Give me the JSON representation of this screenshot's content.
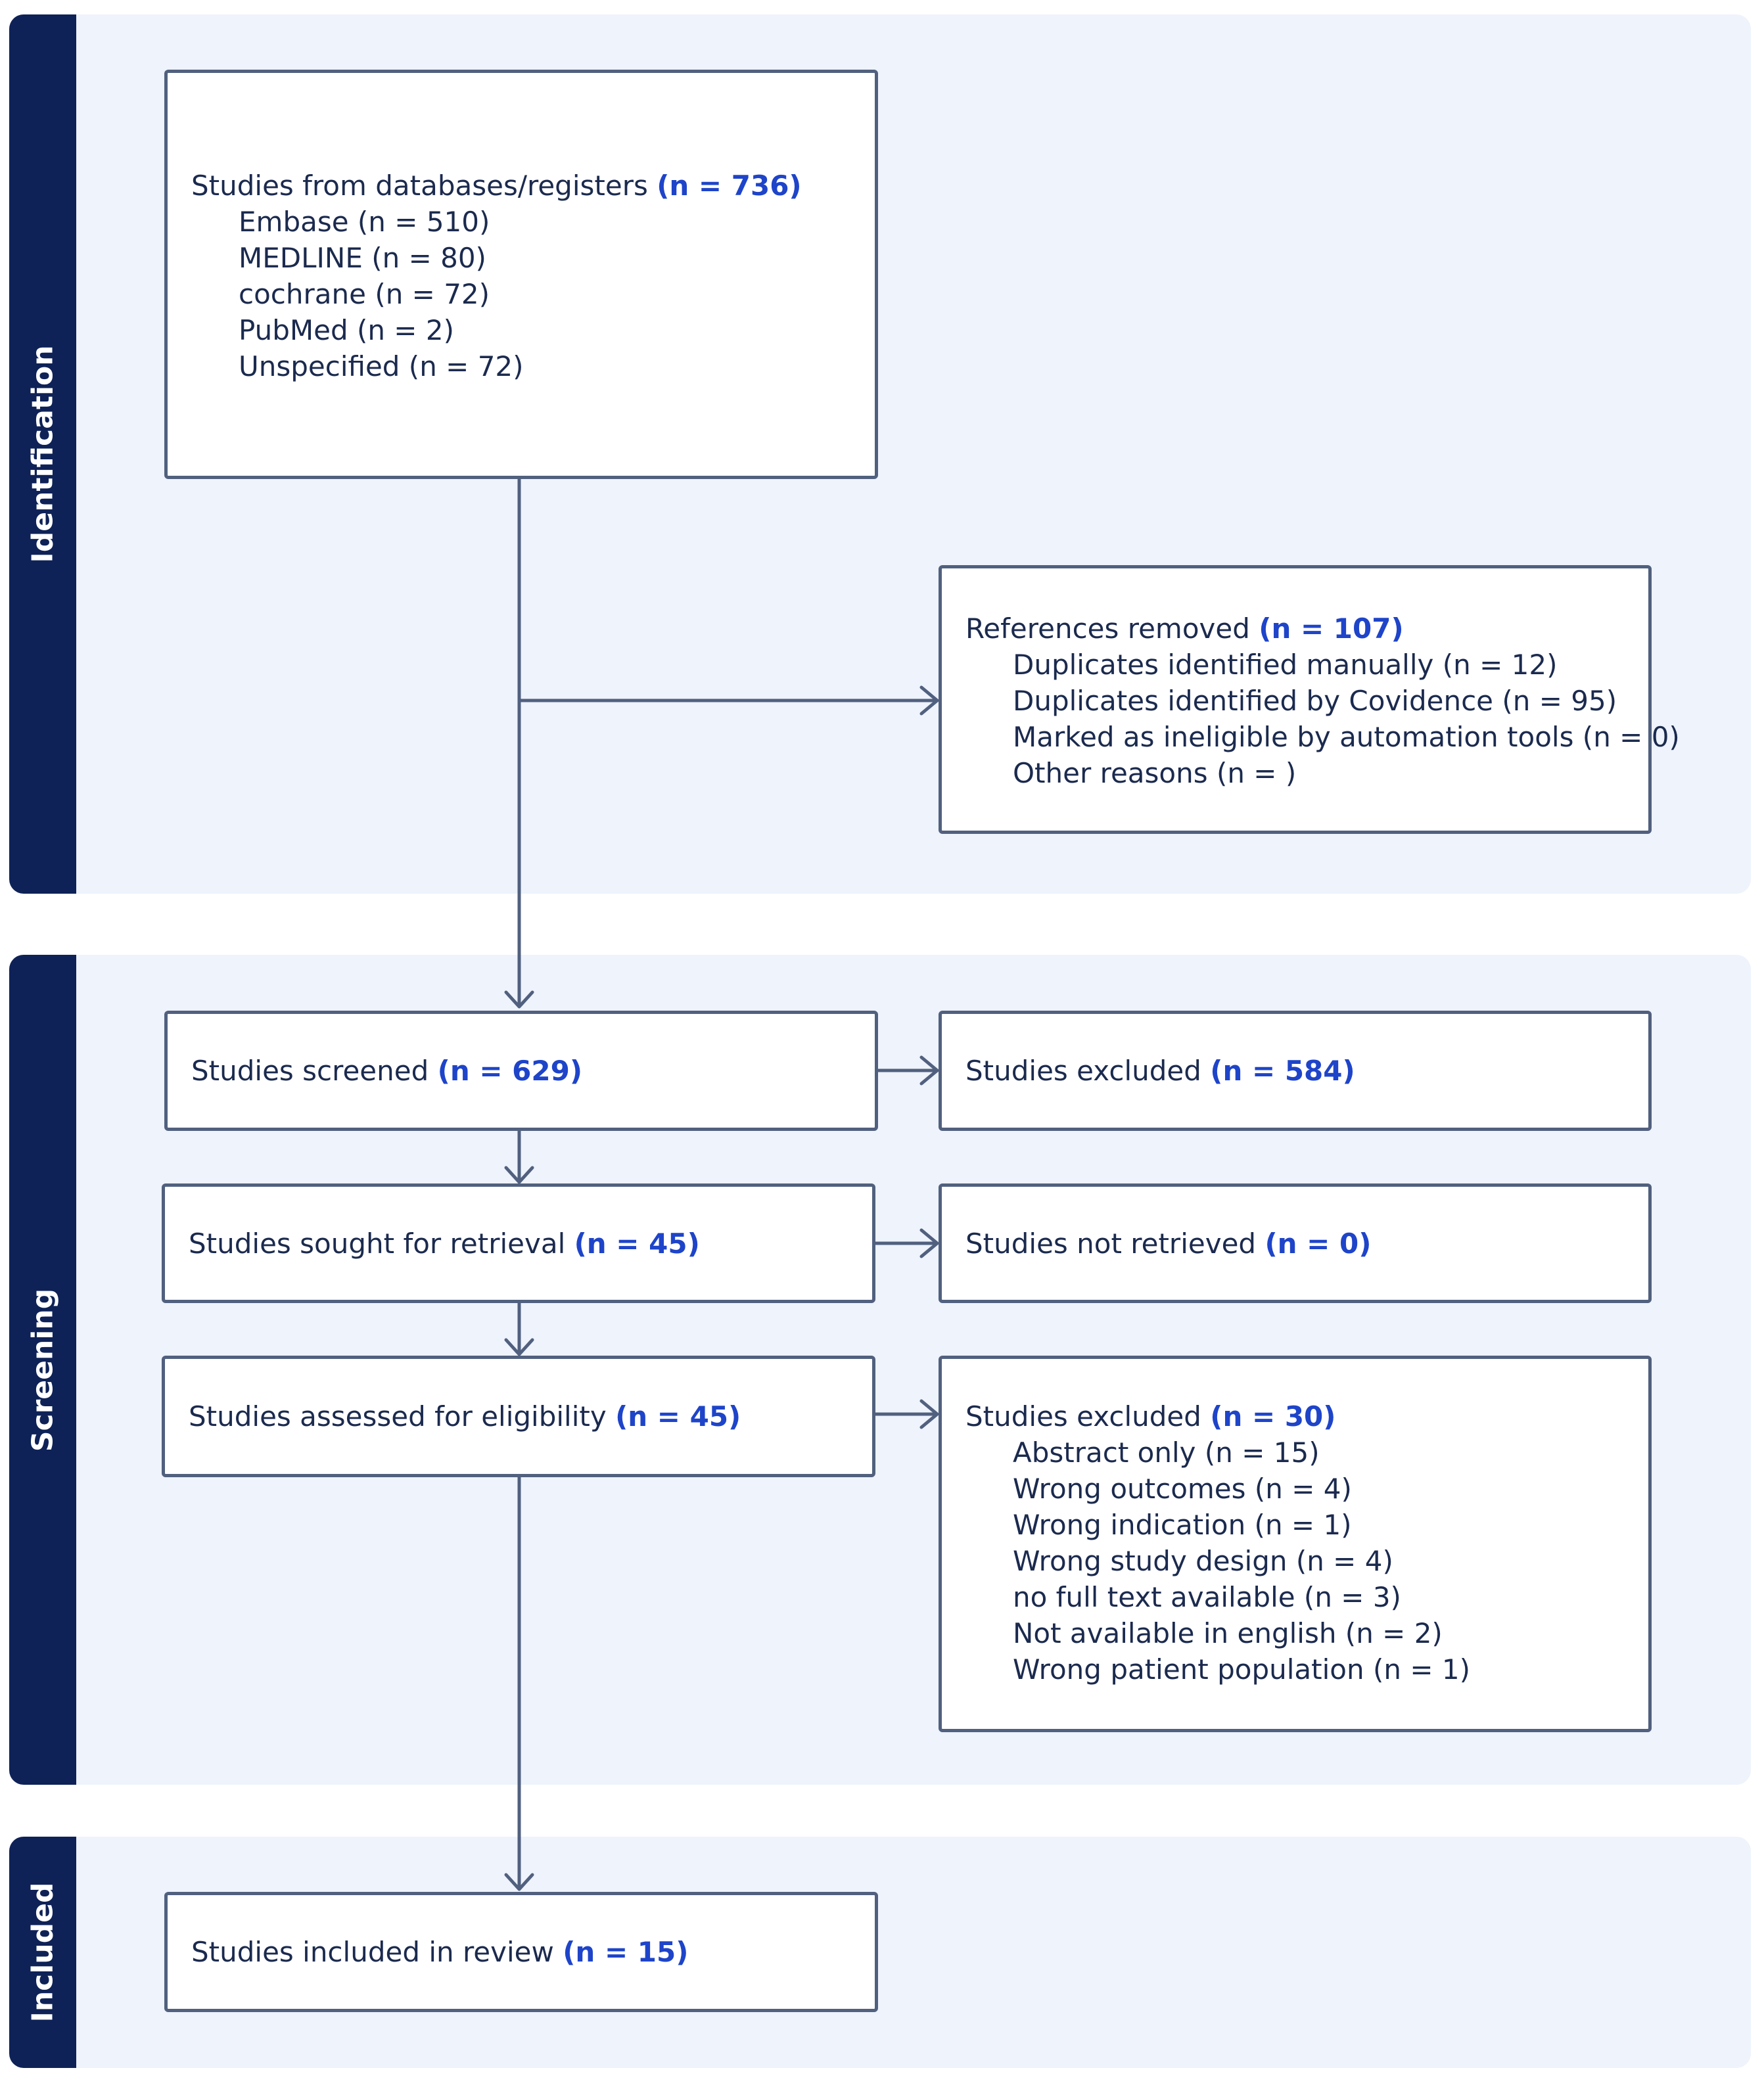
{
  "phases": {
    "identification": "Identification",
    "screening": "Screening",
    "included": "Included"
  },
  "records": {
    "label": "Studies from databases/registers",
    "count": "(n = 736)",
    "sources": [
      "Embase (n = 510)",
      "MEDLINE (n = 80)",
      "cochrane (n = 72)",
      "PubMed (n = 2)",
      "Unspecified (n = 72)"
    ]
  },
  "removed": {
    "label": "References removed",
    "count": "(n = 107)",
    "reasons": [
      "Duplicates identified manually (n = 12)",
      "Duplicates identified by Covidence (n = 95)",
      "Marked as ineligible by automation tools (n = 0)",
      "Other reasons (n = )"
    ]
  },
  "screened": {
    "label": "Studies screened",
    "count": "(n = 629)"
  },
  "excluded_screen": {
    "label": "Studies excluded",
    "count": "(n = 584)"
  },
  "sought": {
    "label": "Studies sought for retrieval",
    "count": "(n = 45)"
  },
  "not_retrieved": {
    "label": "Studies not retrieved",
    "count": "(n = 0)"
  },
  "assessed": {
    "label": "Studies assessed for eligibility",
    "count": "(n = 45)"
  },
  "excluded_full": {
    "label": "Studies excluded",
    "count": "(n = 30)",
    "reasons": [
      "Abstract only (n = 15)",
      "Wrong outcomes (n = 4)",
      "Wrong indication (n = 1)",
      "Wrong study design (n = 4)",
      "no full text available (n = 3)",
      "Not available in english (n = 2)",
      "Wrong patient population (n = 1)"
    ]
  },
  "included_box": {
    "label": "Studies included in review",
    "count": "(n = 15)"
  },
  "colors": {
    "band": "#0e2257",
    "panel": "#eef3fc",
    "count_text": "#1e44c9",
    "box_border": "#51607e",
    "arrow": "#51607e"
  }
}
